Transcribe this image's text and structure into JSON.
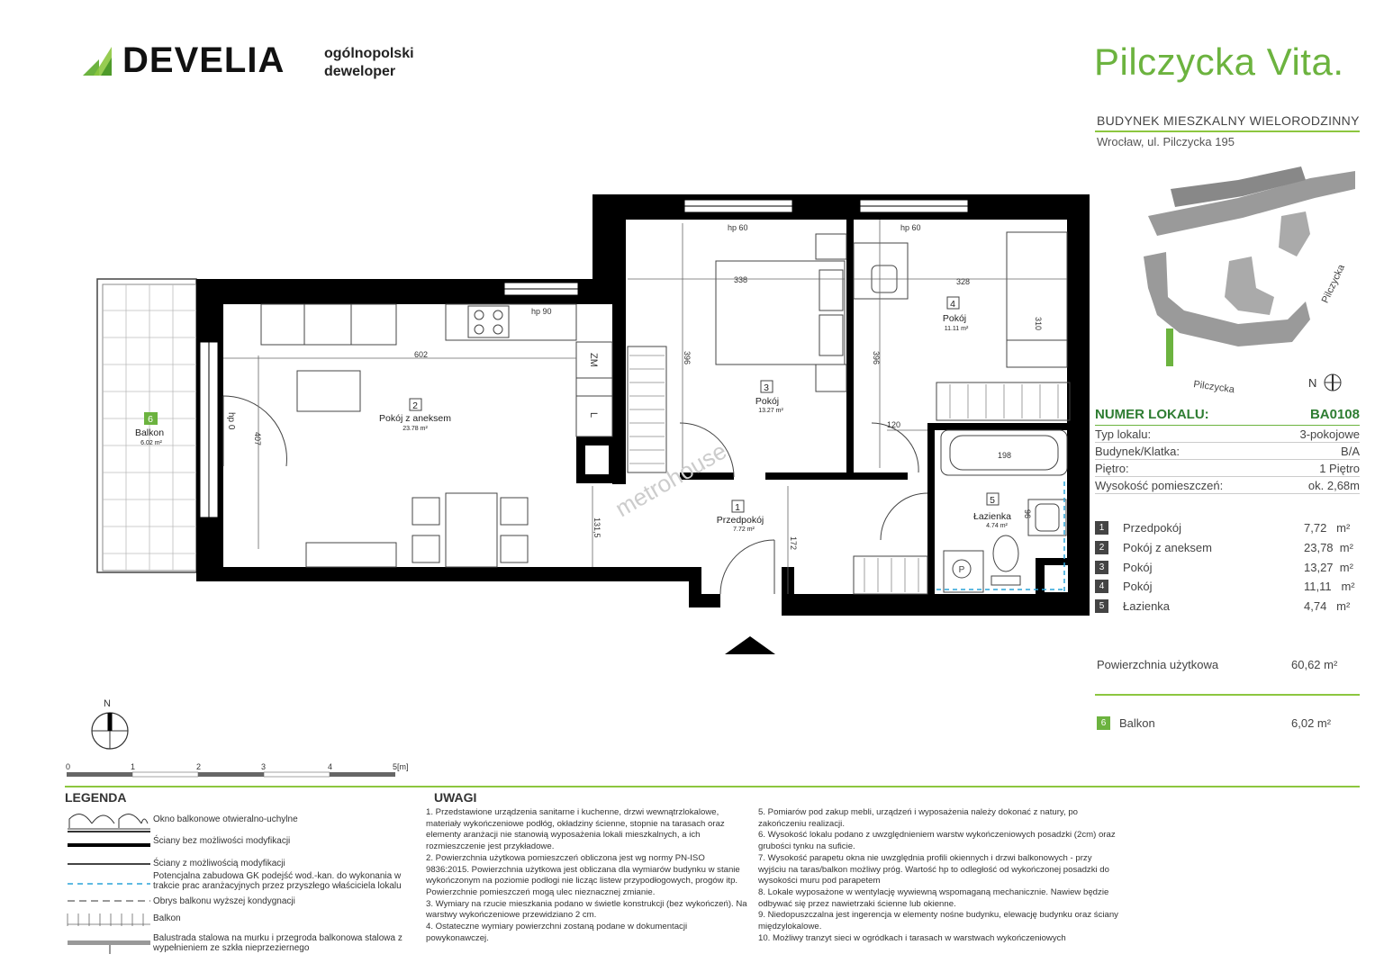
{
  "header": {
    "developer": "DEVELIA",
    "tagline_1": "ogólnopolski",
    "tagline_2": "deweloper",
    "project": "Pilczycka Vita",
    "building_type": "BUDYNEK MIESZKALNY WIELORODZINNY",
    "address": "Wrocław, ul. Pilczycka 195"
  },
  "colors": {
    "accent": "#6cb33f",
    "wall": "#000000",
    "text": "#333333"
  },
  "site_plan": {
    "street_label_1": "Pilczycka",
    "street_label_2": "Pilczycka",
    "north": "N"
  },
  "unit": {
    "number_label": "NUMER LOKALU:",
    "number": "BA0108",
    "details": [
      {
        "label": "Typ lokalu:",
        "value": "3-pokojowe"
      },
      {
        "label": "Budynek/Klatka:",
        "value": "B/A"
      },
      {
        "label": "Piętro:",
        "value": "1 Piętro"
      },
      {
        "label": "Wysokość pomieszczeń:",
        "value": "ok. 2,68m"
      }
    ],
    "rooms": [
      {
        "no": "1",
        "name": "Przedpokój",
        "area": "7,72",
        "unit": "m²"
      },
      {
        "no": "2",
        "name": "Pokój z aneksem",
        "area": "23,78",
        "unit": "m²"
      },
      {
        "no": "3",
        "name": "Pokój",
        "area": "13,27",
        "unit": "m²"
      },
      {
        "no": "4",
        "name": "Pokój",
        "area": "11,11",
        "unit": "m²"
      },
      {
        "no": "5",
        "name": "Łazienka",
        "area": "4,74",
        "unit": "m²"
      }
    ],
    "usable_label": "Powierzchnia użytkowa",
    "usable_value": "60,62 m²",
    "balcony_no": "6",
    "balcony_label": "Balkon",
    "balcony_value": "6,02 m²"
  },
  "plan": {
    "watermark": "metrohouse",
    "labels": {
      "r1_no": "1",
      "r1_name": "Przedpokój",
      "r1_area": "7.72 m²",
      "r2_no": "2",
      "r2_name": "Pokój z aneksem",
      "r2_area": "23.78 m²",
      "r3_no": "3",
      "r3_name": "Pokój",
      "r3_area": "13.27 m²",
      "r4_no": "4",
      "r4_name": "Pokój",
      "r4_area": "11.11 m²",
      "r5_no": "5",
      "r5_name": "Łazienka",
      "r5_area": "4.74 m²",
      "r6_no": "6",
      "r6_name": "Balkon",
      "r6_area": "6.02 m²"
    },
    "dims": {
      "hp60a": "hp 60",
      "hp60b": "hp 60",
      "hp90": "hp 90",
      "hp0": "hp 0",
      "d338": "338",
      "d328": "328",
      "d396a": "396",
      "d396b": "396",
      "d310": "310",
      "d602": "602",
      "d407": "407",
      "d120": "120",
      "d198": "198",
      "d131": "131,5",
      "d172": "172",
      "d96": "96",
      "zm": "ZM",
      "l": "L",
      "p": "P"
    }
  },
  "north_compass": "N",
  "scale": {
    "ticks": [
      "0",
      "1",
      "2",
      "3",
      "4",
      "5[m]"
    ]
  },
  "legend": {
    "title": "LEGENDA",
    "items": [
      "Okno balkonowe otwieralno-uchylne",
      "Ściany bez możliwości modyfikacji",
      "Ściany z możliwością modyfikacji",
      "Potencjalna zabudowa GK podejść wod.-kan. do wykonania w trakcie prac aranżacyjnych przez przyszłego właściciela lokalu",
      "Obrys balkonu wyższej kondygnacji",
      "Balkon",
      "Balustrada stalowa na murku i przegroda balkonowa stalowa z wypełnieniem ze szkła nieprzeziernego"
    ]
  },
  "notes": {
    "title": "UWAGI",
    "col1": [
      "1.      Przedstawione urządzenia sanitarne i kuchenne, drzwi wewnątrzlokalowe, materiały wykończeniowe podłóg, okładziny ścienne, stopnie na tarasach oraz elementy aranżacji nie stanowią wyposażenia lokali mieszkalnych, a ich rozmieszczenie jest przykładowe.",
      "2.      Powierzchnia użytkowa pomieszczeń obliczona jest wg normy PN-ISO 9836:2015. Powierzchnia użytkowa jest obliczana dla wymiarów budynku w stanie wykończonym na poziomie podłogi nie licząc listew przypodłogowych, progów itp. Powierzchnie pomieszczeń mogą ulec nieznacznej zmianie.",
      "3.      Wymiary na rzucie mieszkania podano w świetle konstrukcji (bez wykończeń). Na warstwy wykończeniowe przewidziano 2 cm.",
      "4.      Ostateczne wymiary powierzchni zostaną podane w dokumentacji powykonawczej."
    ],
    "col2": [
      "5.      Pomiarów pod zakup mebli, urządzeń i wyposażenia należy dokonać z natury, po zakończeniu realizacji.",
      "6.      Wysokość lokalu podano z uwzględnieniem warstw wykończeniowych posadzki (2cm) oraz grubości tynku na suficie.",
      "7.      Wysokość parapetu okna nie uwzględnia profili okiennych i drzwi balkonowych - przy wyjściu na taras/balkon możliwy próg. Wartość hp to odległość od wykończonej posadzki do wysokości muru pod parapetem",
      "8.      Lokale wyposażone w wentylację wywiewną wspomaganą mechanicznie. Nawiew będzie odbywać się przez nawietrzaki ścienne lub okienne.",
      "9.      Niedopuszczalna jest ingerencja w elementy nośne budynku, elewację budynku oraz ściany międzylokalowe.",
      "10.    Możliwy tranzyt sieci w ogródkach i tarasach w warstwach wykończeniowych"
    ]
  }
}
